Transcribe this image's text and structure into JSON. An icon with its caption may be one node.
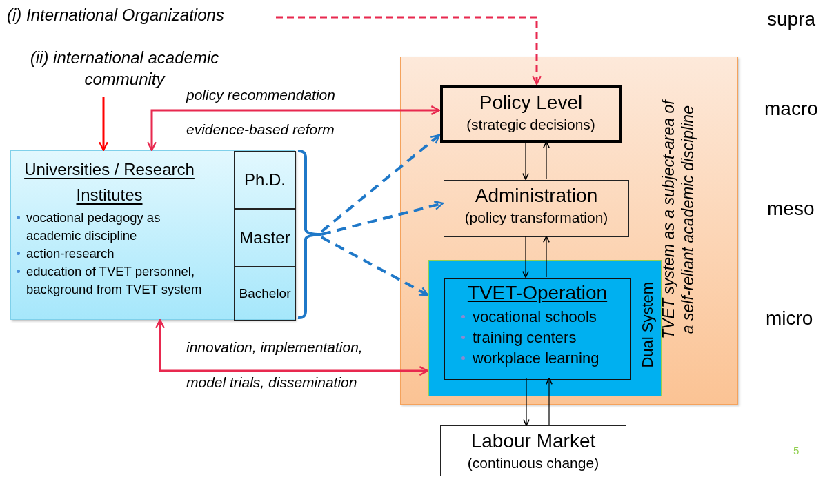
{
  "diagram": {
    "nodes": [
      {
        "text": [
          "(i) International Organizations"
        ]
      },
      {
        "text": [
          "(ii) international academic community"
        ]
      },
      {
        "text": [
          "Universities / Research Institutes",
          "vocational pedagogy as academic discipline",
          "action-research",
          "education of TVET personnel, background from TVET system"
        ]
      },
      {
        "text": [
          "Ph.D."
        ],
        "in": 2
      },
      {
        "text": [
          "Master"
        ],
        "in": 2
      },
      {
        "text": [
          "Bachelor"
        ],
        "in": 2
      },
      {
        "text": [
          "TVET system as a subject-area of a self-reliant academic discipline"
        ]
      },
      {
        "text": [
          "Policy Level",
          "(strategic decisions)"
        ],
        "in": 6
      },
      {
        "text": [
          "Administration",
          "(policy transformation)"
        ],
        "in": 6
      },
      {
        "text": [
          "Dual System"
        ],
        "in": 6
      },
      {
        "text": [
          "TVET-Operation",
          "vocational schools",
          "training centers",
          "workplace learning"
        ],
        "in": 9
      },
      {
        "text": [
          "Labour Market",
          "(continuous change)"
        ]
      },
      {
        "text": [],
        "shape": "bracket"
      }
    ],
    "edges": [
      {
        "from": 0,
        "to": 7,
        "arrow": "to",
        "style": "dashed",
        "color": "#e8294f"
      },
      {
        "from": 1,
        "to": 2,
        "arrow": "to",
        "color": "#ff0000"
      },
      {
        "from": 7,
        "to": 2,
        "arrow": "both",
        "label": "policy recommendation",
        "color": "#e8294f"
      },
      {
        "from": 2,
        "to": 9,
        "arrow": "both",
        "label": "innovation, implementation,",
        "color": "#e8294f"
      },
      {
        "from": 12,
        "to": 7,
        "arrow": "to",
        "style": "dashed",
        "color": "#1f78c8"
      },
      {
        "from": 12,
        "to": 8,
        "arrow": "to",
        "style": "dashed",
        "color": "#1f78c8"
      },
      {
        "from": 12,
        "to": 9,
        "arrow": "to",
        "style": "dashed",
        "color": "#1f78c8"
      },
      {
        "from": 7,
        "to": 8,
        "arrow": "to"
      },
      {
        "from": 8,
        "to": 7,
        "arrow": "to"
      },
      {
        "from": 8,
        "to": 10,
        "arrow": "to"
      },
      {
        "from": 10,
        "to": 8,
        "arrow": "to"
      },
      {
        "from": 10,
        "to": 11,
        "arrow": "to"
      },
      {
        "from": 11,
        "to": 10,
        "arrow": "to"
      }
    ],
    "labels": [
      "supra",
      "macro",
      "meso",
      "micro",
      "evidence-based reform",
      "model trials, dissemination",
      "5"
    ]
  }
}
